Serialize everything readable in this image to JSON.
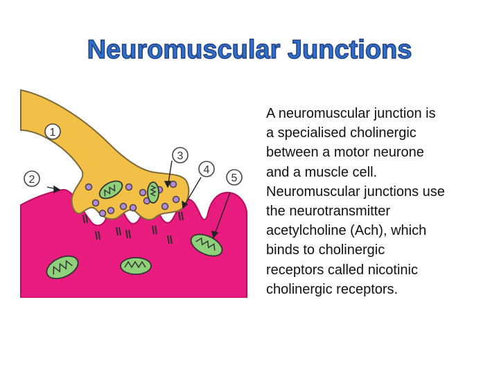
{
  "title": "Neuromuscular Junctions",
  "colors": {
    "title_fill": "#2f6fc9",
    "title_outline": "#1f3f7f",
    "axon": "#f3c047",
    "muscle": "#e81c7e",
    "mitochondria": "#8fd07a",
    "vesicle": "#b287d6"
  },
  "callouts": [
    "1",
    "2",
    "3",
    "4",
    "5"
  ],
  "description": [
    "A neuromuscular junction is",
    "a specialised cholinergic",
    "between a motor neurone",
    "and a muscle cell.",
    "Neuromuscular junctions use",
    "the neurotransmitter",
    "acetylcholine (Ach), which",
    "binds to cholinergic",
    "receptors called nicotinic",
    "cholinergic receptors."
  ]
}
